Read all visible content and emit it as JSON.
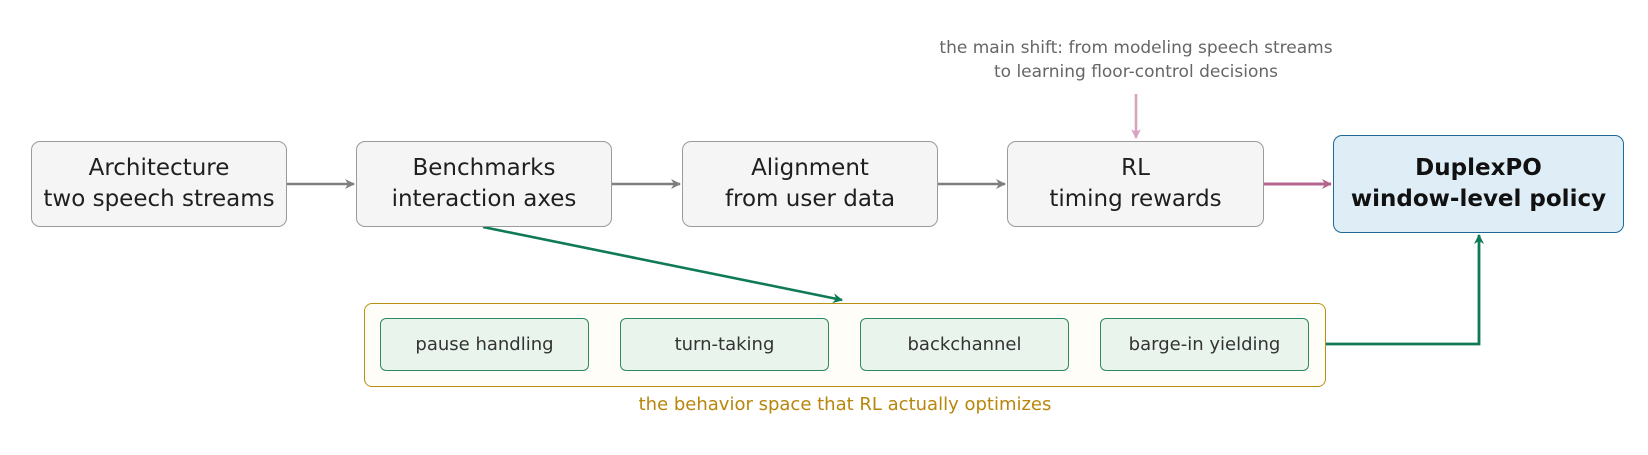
{
  "stages": [
    {
      "title": "Architecture",
      "subtitle": "two speech streams"
    },
    {
      "title": "Benchmarks",
      "subtitle": "interaction axes"
    },
    {
      "title": "Alignment",
      "subtitle": "from user data"
    },
    {
      "title": "RL",
      "subtitle": "timing rewards"
    }
  ],
  "final": {
    "title": "DuplexPO",
    "subtitle": "window-level policy"
  },
  "shift_note": {
    "line1": "the main shift: from modeling speech streams",
    "line2": "to learning floor-control decisions"
  },
  "behaviors": {
    "items": [
      "pause handling",
      "turn-taking",
      "backchannel",
      "barge-in yielding"
    ],
    "caption": "the behavior space that RL actually optimizes"
  },
  "colors": {
    "stage_fill": "#f5f5f5",
    "stage_border": "#9a9a9a",
    "final_fill": "#dfeef6",
    "final_border": "#1e6a94",
    "gray_arrow": "#7f7f7f",
    "pink_arrow": "#b5668f",
    "light_pink_arrow": "#d9a3c0",
    "green_arrow": "#0f7a55",
    "behavior_border": "#b8900e",
    "chip_fill": "#e9f4ec"
  }
}
